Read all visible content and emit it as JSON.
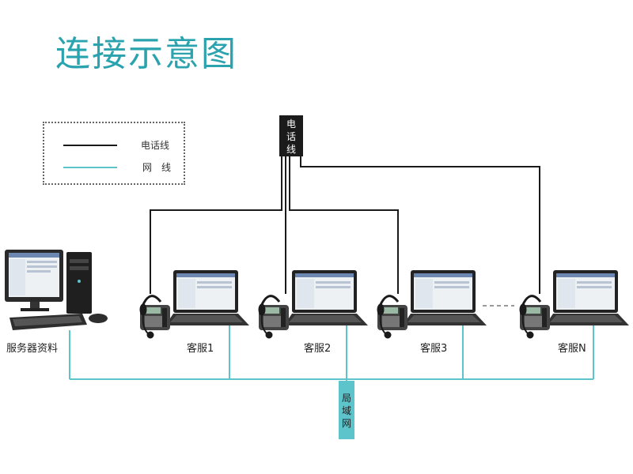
{
  "title": "连接示意图",
  "legend": {
    "phone_line_label": "电话线",
    "network_line_label": "网　线"
  },
  "phone_line_box": "电\n话\n线",
  "lan_box": "局\n域\n网",
  "nodes": {
    "server": "服务器资料",
    "agents": [
      "客服1",
      "客服2",
      "客服3",
      "客服N"
    ]
  },
  "colors": {
    "title": "#2aa3ae",
    "phone_line": "#1a1a1a",
    "network_line": "#5ec4cc"
  }
}
